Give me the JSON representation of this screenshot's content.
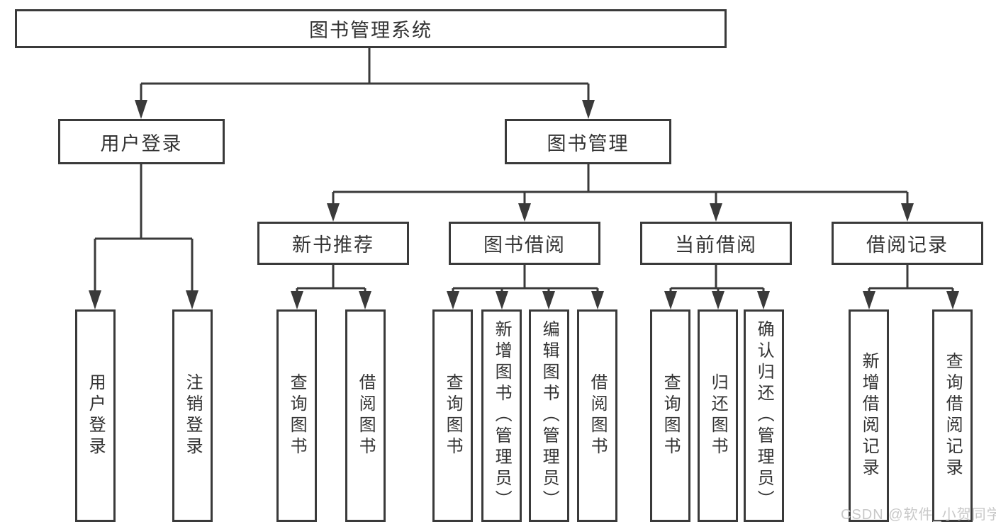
{
  "diagram": {
    "watermark": "CSDN @软件_小贺同学",
    "colors": {
      "line": "#3a3a3a",
      "border": "#3a3a3a",
      "text": "#333333",
      "watermark": "#c8c8c8",
      "background": "#ffffff"
    },
    "tree": {
      "root": {
        "label": "图书管理系统"
      },
      "branches": [
        {
          "label": "用户登录",
          "children": [
            {
              "label": "用户登录"
            },
            {
              "label": "注销登录"
            }
          ]
        },
        {
          "label": "图书管理",
          "children": [
            {
              "label": "新书推荐",
              "children": [
                {
                  "label": "查询图书"
                },
                {
                  "label": "借阅图书"
                }
              ]
            },
            {
              "label": "图书借阅",
              "children": [
                {
                  "label": "查询图书"
                },
                {
                  "label": "新增图书（管理员）"
                },
                {
                  "label": "编辑图书（管理员）"
                },
                {
                  "label": "借阅图书"
                }
              ]
            },
            {
              "label": "当前借阅",
              "children": [
                {
                  "label": "查询图书"
                },
                {
                  "label": "归还图书"
                },
                {
                  "label": "确认归还（管理员）"
                }
              ]
            },
            {
              "label": "借阅记录",
              "children": [
                {
                  "label": "新增借阅记录"
                },
                {
                  "label": "查询借阅记录"
                }
              ]
            }
          ]
        }
      ]
    }
  }
}
